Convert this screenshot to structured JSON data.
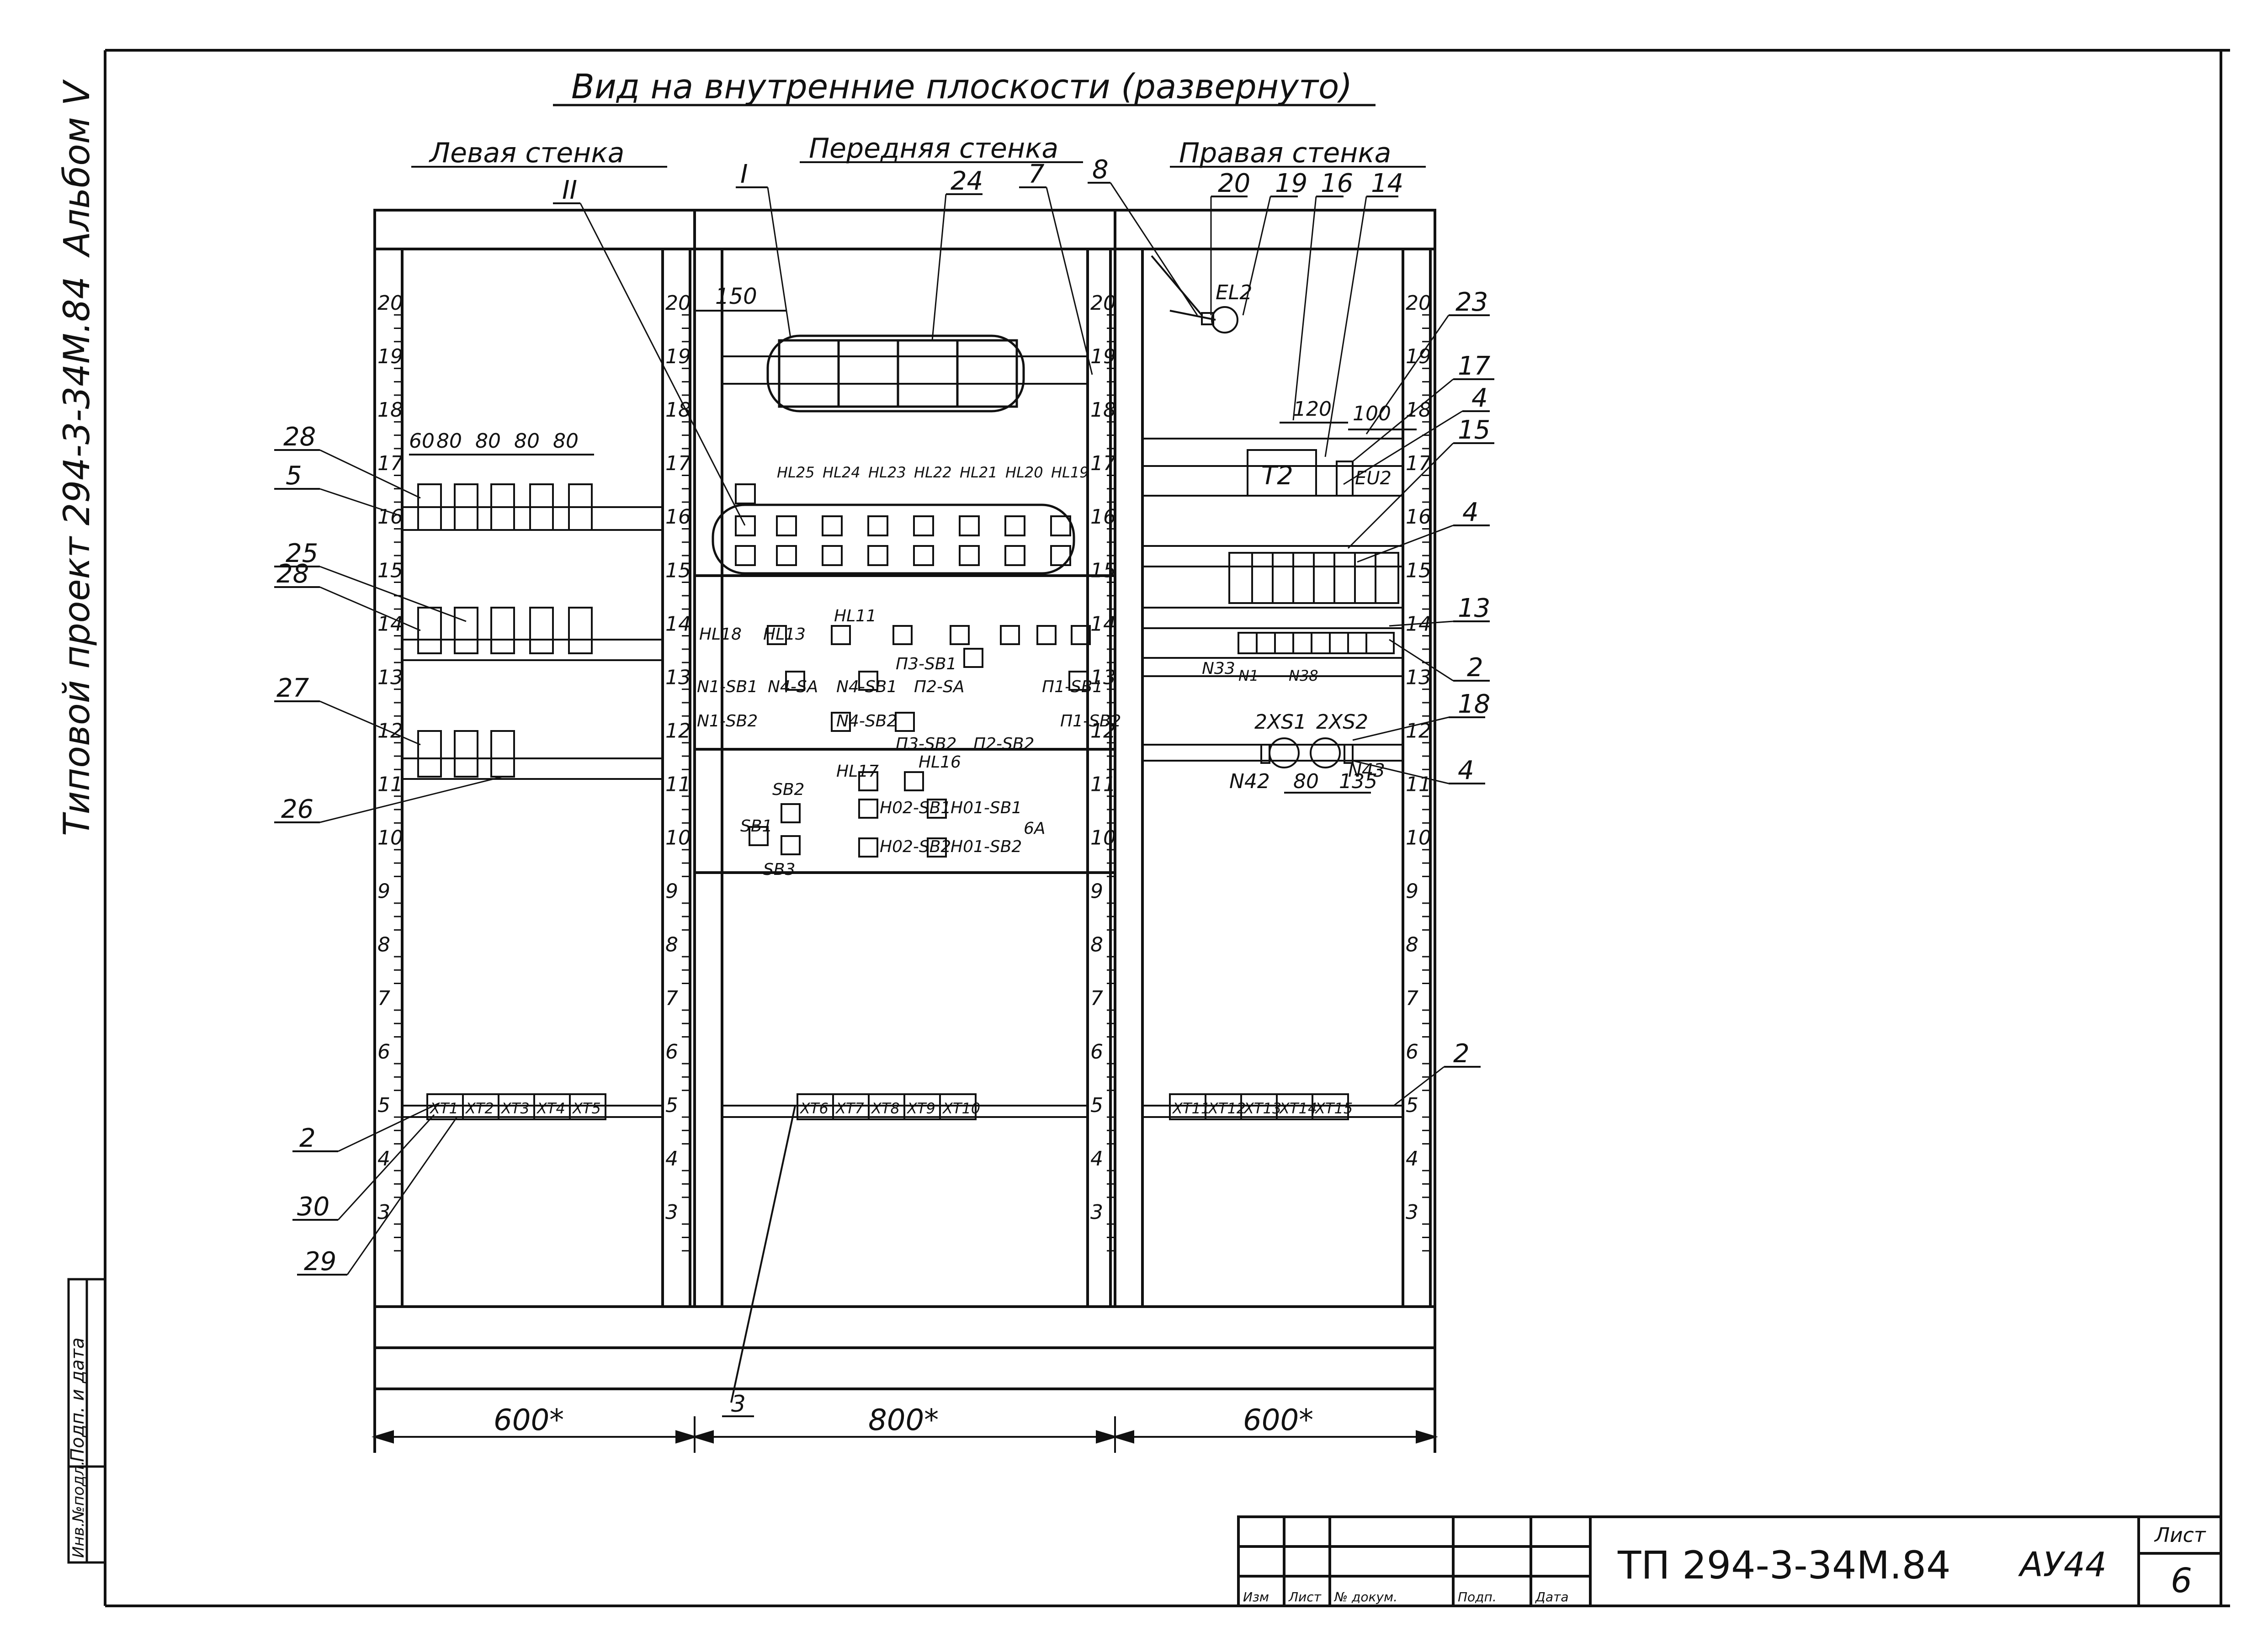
{
  "titles": {
    "main": "Вид на внутренние плоскости (развернуто)",
    "left_wall": "Левая стенка",
    "front_wall": "Передняя стенка",
    "right_wall": "Правая стенка"
  },
  "side_text": {
    "project": "Типовой проект 294-3-34М.84",
    "album": "Альбом V"
  },
  "stamp_left": {
    "sign_date": "Подп. и дата",
    "inv_no": "Инв.№подл."
  },
  "title_block": {
    "designation": "ТП 294-3-34М.84",
    "code": "АУ44",
    "sheet_label": "Лист",
    "sheet_no": "6",
    "columns": [
      "Изм",
      "Лист",
      "№ докум.",
      "Подп.",
      "Дата"
    ]
  },
  "dimensions": {
    "left_width": "600*",
    "front_width": "800*",
    "right_width": "600*",
    "d150": "150",
    "d120": "120",
    "d100": "100",
    "d80": "80",
    "d135": "135",
    "spacing_top": [
      "60",
      "80",
      "80",
      "80",
      "80"
    ]
  },
  "rails": {
    "left_outer": [
      "20",
      "19",
      "18",
      "17",
      "16",
      "15",
      "14",
      "13",
      "12",
      "11",
      "10",
      "9",
      "8",
      "7",
      "6",
      "5",
      "4",
      "3"
    ],
    "left_inner": [
      "20",
      "19",
      "18",
      "17",
      "16",
      "15",
      "14",
      "13",
      "12",
      "11",
      "10",
      "9",
      "8",
      "7",
      "6",
      "5",
      "4",
      "3"
    ],
    "right_inner": [
      "20",
      "19",
      "18",
      "17",
      "16",
      "15",
      "14",
      "13",
      "12",
      "11",
      "10",
      "9",
      "8",
      "7",
      "6",
      "5",
      "4",
      "3"
    ],
    "right_outer": [
      "20",
      "19",
      "18",
      "17",
      "16",
      "15",
      "14",
      "13",
      "12",
      "11",
      "10",
      "9",
      "8",
      "7",
      "6",
      "5",
      "4",
      "3"
    ]
  },
  "callouts": {
    "c28a": "28",
    "c5": "5",
    "c25": "25",
    "c28b": "28",
    "c27": "27",
    "c26": "26",
    "c2l": "2",
    "c30": "30",
    "c29": "29",
    "cI": "I",
    "cII": "II",
    "c24": "24",
    "c7": "7",
    "c8": "8",
    "c20": "20",
    "c19": "19",
    "c16": "16",
    "c14": "14",
    "c23": "23",
    "c17": "17",
    "c4a": "4",
    "c15": "15",
    "c4b": "4",
    "c13": "13",
    "c2r": "2",
    "c18": "18",
    "c4c": "4",
    "c2rb": "2",
    "c3": "3"
  },
  "terminals": {
    "left": [
      "XT1",
      "XT2",
      "XT3",
      "XT4",
      "XT5"
    ],
    "front": [
      "XT6",
      "XT7",
      "XT8",
      "XT9",
      "XT10"
    ],
    "right": [
      "XT11",
      "XT12",
      "XT13",
      "XT14",
      "XT15"
    ]
  },
  "lamps": [
    "HL25",
    "HL24",
    "HL23",
    "HL22",
    "HL21",
    "HL20",
    "HL19"
  ],
  "front_labels": {
    "l_hl18": "HL18",
    "l_hl13": "HL13",
    "l_hl11": "HL11",
    "l_n3sb1": "П3-SB1",
    "l_sb1a": "N1-SB1",
    "l_5a": "N4-SA",
    "l_sb1b": "N4-SB1",
    "l_n2sa": "П2-SA",
    "l_n1sb1": "П1-SB1",
    "l_sb2a": "N1-SB2",
    "l_sb2b": "N4-SB2",
    "l_sb2c": "П1-SB2",
    "l_n3sb2": "П3-SB2",
    "l_n2sb2": "П2-SB2",
    "l_hl17": "HL17",
    "l_hl16": "HL16",
    "l_sb2": "SB2",
    "l_sb1": "SB1",
    "l_sb3": "SB3",
    "l_h02sb1": "H02-SB1",
    "l_h01sb1": "H01-SB1",
    "l_h02sb2": "H02-SB2",
    "l_h01sb2": "H01-SB2",
    "l_6a": "6A"
  },
  "right_labels": {
    "t2": "T2",
    "eu2": "EU2",
    "el2": "EL2",
    "xs1": "2XS1",
    "xs2": "2XS2",
    "n42": "N42",
    "n43": "N43",
    "n33": "N33",
    "n1": "N1",
    "n38": "N38"
  }
}
